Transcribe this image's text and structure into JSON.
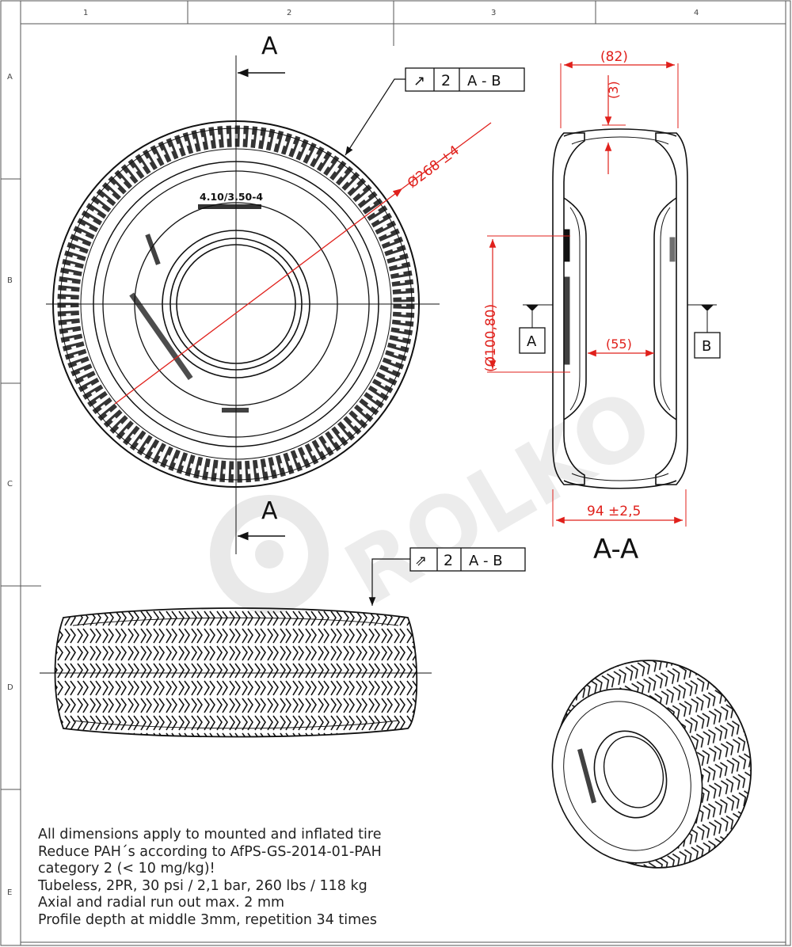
{
  "frame": {
    "columns": [
      "1",
      "2",
      "3",
      "4"
    ],
    "rows": [
      "A",
      "B",
      "C",
      "D",
      "E"
    ]
  },
  "section": {
    "cut_label_top": "A",
    "cut_label_bottom": "A",
    "view_title": "A-A"
  },
  "tire_marking": "4.10/3.50-4",
  "dimensions": {
    "outer_diameter": "Ø268 ±4",
    "section_width_ref": "(82)",
    "tread_depth_ref": "(3)",
    "bead_diameter_ref": "(Ø100,80)",
    "bead_width_ref": "(55)",
    "overall_width": "94 ±2,5"
  },
  "datums": {
    "left": "A",
    "right": "B"
  },
  "tolerances": [
    {
      "symbol": "circular-runout",
      "symbol_glyph": "↗",
      "value": "2",
      "datum": "A - B"
    },
    {
      "symbol": "total-runout",
      "symbol_glyph": "⇗",
      "value": "2",
      "datum": "A - B"
    }
  ],
  "watermark": "ROLKO",
  "notes": [
    "All dimensions apply to mounted and inflated tire",
    "Reduce PAH´s according to AfPS-GS-2014-01-PAH",
    "category 2 (< 10 mg/kg)!",
    "Tubeless, 2PR, 30 psi / 2,1 bar, 260 lbs / 118 kg",
    "Axial and radial run out max. 2 mm",
    "Profile depth at middle 3mm, repetition 34 times"
  ],
  "colors": {
    "line": "#111111",
    "dimension": "#e0201b",
    "frame": "#555555",
    "watermark": "#e6e6e6"
  }
}
